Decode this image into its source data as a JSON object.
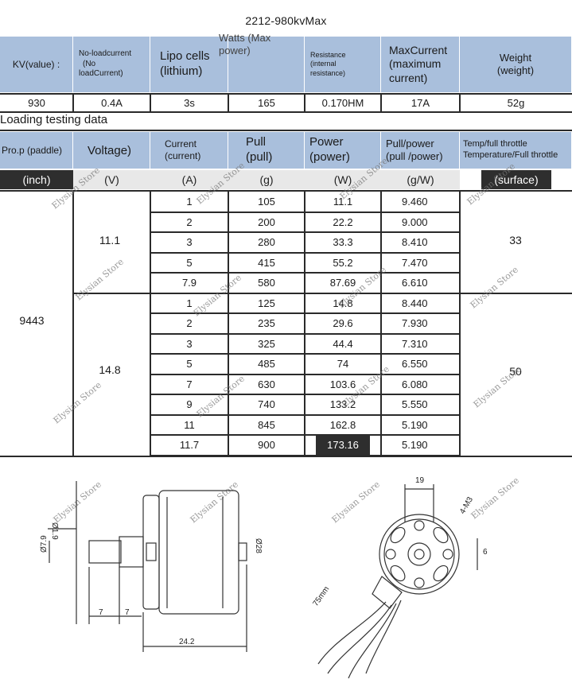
{
  "title": "2212-980kvMax",
  "spec_headers": {
    "kv": "KV(value) :",
    "noload": [
      "No-loadcurrent",
      "(No",
      "loadCurrent)"
    ],
    "lipo": [
      "Lipo cells",
      "(lithium)"
    ],
    "watts": [
      "Watts (Max",
      "power)"
    ],
    "resistance": [
      "Resistance",
      "(internal",
      "resistance)"
    ],
    "maxcurrent": [
      "MaxCurrent",
      "(maximum",
      "current)"
    ],
    "weight": [
      "Weight",
      "(weight)"
    ]
  },
  "spec_values": {
    "kv": "930",
    "noload": "0.4A",
    "lipo": "3s",
    "watts": "165",
    "resistance": "0.170HM",
    "maxcurrent": "17A",
    "weight": "52g"
  },
  "section_label": "Loading testing data",
  "test_headers": {
    "prop": "Pro.p (paddle)",
    "voltage": "Voltage)",
    "current": [
      "Current",
      "(current)"
    ],
    "pull": [
      "Pull",
      "(pull)"
    ],
    "power": [
      "Power",
      "(power)"
    ],
    "pullpower": [
      "Pull/power",
      "(pull /power)"
    ],
    "temp": [
      "Temp/full throttle",
      "Temperature/Full throttle"
    ]
  },
  "units": {
    "prop": "(inch)",
    "voltage": "(V)",
    "current": "(A)",
    "pull": "(g)",
    "power": "(W)",
    "pullpower": "(g/W)",
    "temp": "(surface)"
  },
  "prop_value": "9443",
  "group1": {
    "voltage": "11.1",
    "temp": "33",
    "rows": [
      {
        "current": "1",
        "pull": "105",
        "power": "11.1",
        "ratio": "9.460"
      },
      {
        "current": "2",
        "pull": "200",
        "power": "22.2",
        "ratio": "9.000"
      },
      {
        "current": "3",
        "pull": "280",
        "power": "33.3",
        "ratio": "8.410"
      },
      {
        "current": "5",
        "pull": "415",
        "power": "55.2",
        "ratio": "7.470"
      },
      {
        "current": "7.9",
        "pull": "580",
        "power": "87.69",
        "ratio": "6.610"
      }
    ]
  },
  "group2": {
    "voltage": "14.8",
    "temp": "50",
    "rows": [
      {
        "current": "1",
        "pull": "125",
        "power": "14.8",
        "ratio": "8.440"
      },
      {
        "current": "2",
        "pull": "235",
        "power": "29.6",
        "ratio": "7.930"
      },
      {
        "current": "3",
        "pull": "325",
        "power": "44.4",
        "ratio": "7.310"
      },
      {
        "current": "5",
        "pull": "485",
        "power": "74",
        "ratio": "6.550"
      },
      {
        "current": "7",
        "pull": "630",
        "power": "103.6",
        "ratio": "6.080"
      },
      {
        "current": "9",
        "pull": "740",
        "power": "133.2",
        "ratio": "5.550"
      },
      {
        "current": "11",
        "pull": "845",
        "power": "162.8",
        "ratio": "5.190"
      },
      {
        "current": "11.7",
        "pull": "900",
        "power": "173.16",
        "ratio": "5.190"
      }
    ]
  },
  "watermark": "Elysian Store",
  "drawing": {
    "side_dims": {
      "shaft_dia": "Ø7.9",
      "top_dia": "Ø1.9",
      "len_a": "7",
      "len_b": "7",
      "body_len": "24.2",
      "body_dia": "Ø28"
    },
    "front_dims": {
      "width": "19",
      "height": "6",
      "holes": "4-M3",
      "wire": "75mm"
    }
  },
  "colors": {
    "header_bg": "#a9bfdc",
    "dark_cell": "#2e2e2e"
  }
}
